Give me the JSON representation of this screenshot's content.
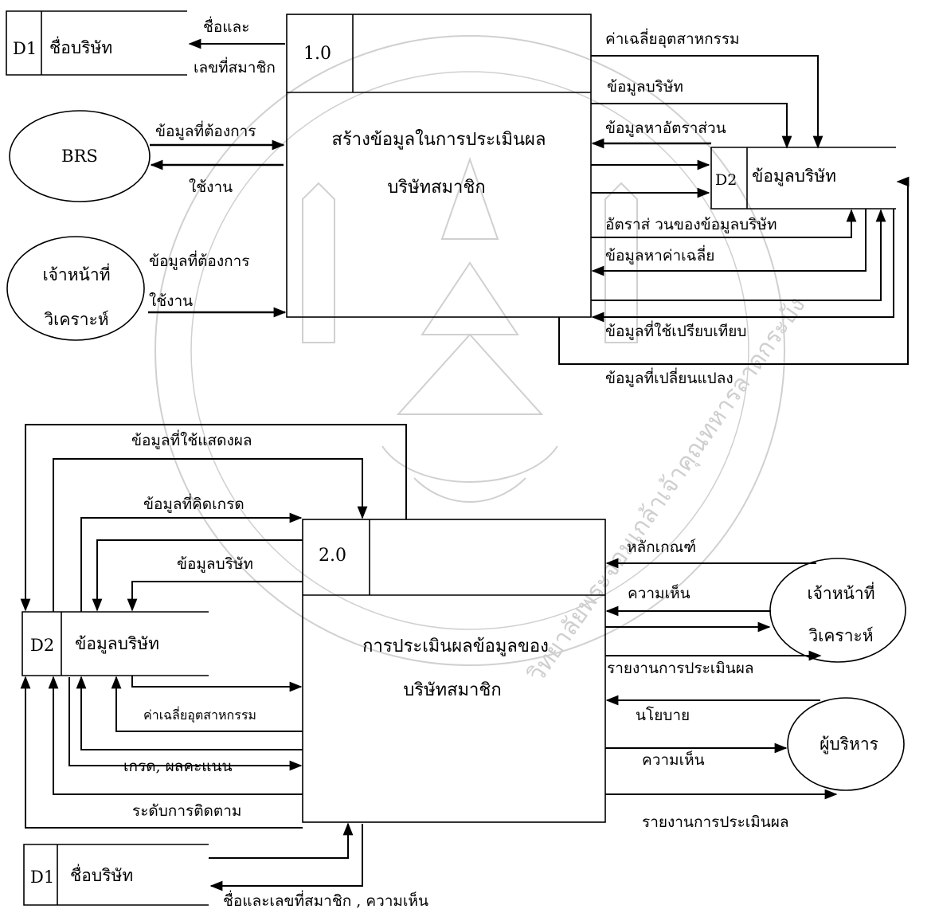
{
  "watermark": {
    "text_right": "วิทยาลัยพระจอมเกล้าเจ้าคุณทหารลาดกระบัง"
  },
  "process_1": {
    "number": "1.0",
    "title_line1": "สร้างข้อมูลในการประเมินผล",
    "title_line2": "บริษัทสมาชิก"
  },
  "process_2": {
    "number": "2.0",
    "title_line1": "การประเมินผลข้อมูลของ",
    "title_line2": "บริษัทสมาชิก"
  },
  "stores": {
    "d1_top": {
      "id": "D1",
      "name": "ชื่อบริษัท"
    },
    "d2_top": {
      "id": "D2",
      "name": "ข้อมูลบริษัท"
    },
    "d2_bottom": {
      "id": "D2",
      "name": "ข้อมูลบริษัท"
    },
    "d1_bottom": {
      "id": "D1",
      "name": "ชื่อบริษัท"
    }
  },
  "entities": {
    "brs": "BRS",
    "analyst_top_line1": "เจ้าหน้าที่",
    "analyst_top_line2": "วิเคราะห์",
    "analyst_bottom_line1": "เจ้าหน้าที่",
    "analyst_bottom_line2": "วิเคราะห์",
    "executive": "ผู้บริหาร"
  },
  "flows": {
    "name_member_1": "ชื่อและ",
    "name_member_2": "เลขที่สมาชิก",
    "brs_in_1": "ข้อมูลที่ต้องการ",
    "brs_in_2": "ใช้งาน",
    "analyst_in_1": "ข้อมูลที่ต้องการ",
    "analyst_in_2": "ใช้งาน",
    "industry_avg_top": "ค่าเฉลี่ยอุตสาหกรรม",
    "company_data_top": "ข้อมูลบริษัท",
    "ratio_data": "ข้อมูลหาอัตราส่วน",
    "company_ratio": "อัตราส่ วนของข้อมูลบริษัท",
    "avg_data": "ข้อมูลหาค่าเฉลี่ย",
    "compare_data": "ข้อมูลที่ใช้เปรียบเทียบ",
    "changed_data": "ข้อมูลที่เปลี่ยนแปลง",
    "display_data": "ข้อมูลที่ใช้แสดงผล",
    "grade_data": "ข้อมูลที่คิดเกรด",
    "company_data_bottom": "ข้อมูลบริษัท",
    "industry_avg_bottom": "ค่าเฉลี่ยอุตสาหกรรม",
    "grade_score": "เกรด, ผลคะแนน",
    "tracking_level": "ระดับการติดตาม",
    "criteria": "หลักเกณฑ์",
    "opinion_1": "ความเห็น",
    "eval_report_1": "รายงานการประเมินผล",
    "policy": "นโยบาย",
    "opinion_2": "ความเห็น",
    "eval_report_2": "รายงานการประเมินผล",
    "name_member_opinion": "ชื่อและเลขที่สมาชิก , ความเห็น"
  }
}
